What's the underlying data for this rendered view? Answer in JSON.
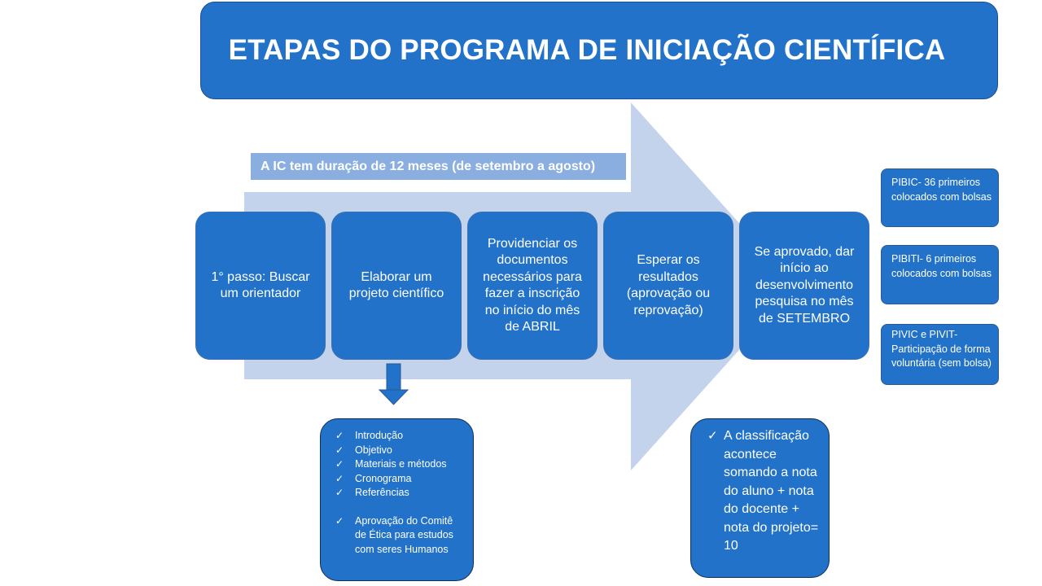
{
  "title": "ETAPAS DO PROGRAMA DE INICIAÇÃO CIENTÍFICA",
  "duration_note": "A IC tem duração de 12 meses  (de setembro a agosto)",
  "steps": [
    {
      "text": "1° passo: Buscar um orientador"
    },
    {
      "text": "Elaborar um projeto científico"
    },
    {
      "text": "Providenciar os documentos necessários para fazer a inscrição no início do mês de ABRIL"
    },
    {
      "text": "Esperar os resultados (aprovação ou reprovação)"
    },
    {
      "text": "Se aprovado, dar início ao desenvolvimento pesquisa no mês de SETEMBRO"
    }
  ],
  "project_items": [
    "Introdução",
    "Objetivo",
    "Materiais e métodos",
    "Cronograma",
    "Referências"
  ],
  "ethics_item": "Aprovação do Comitê de Ética para estudos com seres Humanos",
  "classification": "A classificação acontece somando a nota do aluno + nota do docente + nota do projeto= 10",
  "programs": [
    "PIBIC- 36 primeiros colocados com bolsas",
    "PIBITI- 6 primeiros colocados com bolsas",
    "PIVIC  e PIVIT- Participação de forma voluntária (sem bolsa)"
  ],
  "icons": {
    "check": "check-icon",
    "down_arrow": "down-arrow-icon"
  },
  "colors": {
    "box": "#2272c9",
    "big_arrow": "#c4d3ec",
    "duration_bar": "#8aaee0",
    "text": "#ffffff"
  }
}
